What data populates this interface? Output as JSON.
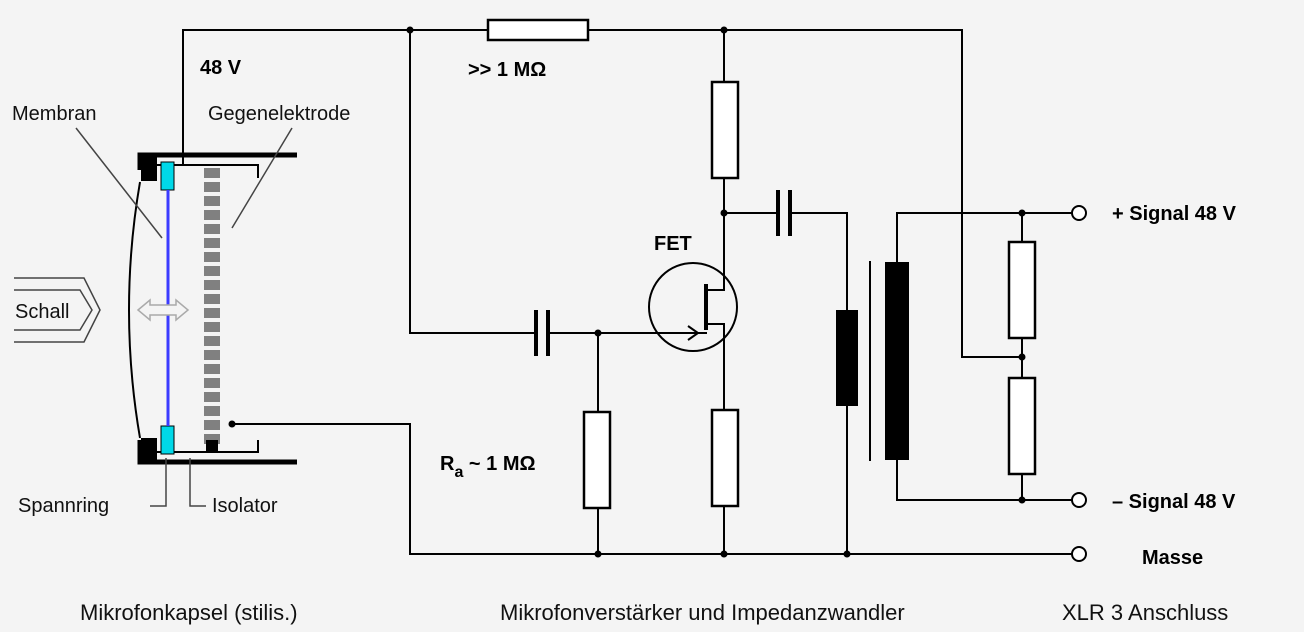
{
  "labels": {
    "voltage_48v": "48 V",
    "resistor_top": ">> 1 MΩ",
    "membran": "Membran",
    "gegenelektrode": "Gegenelektrode",
    "fet": "FET",
    "signal_plus": "+ Signal 48 V",
    "signal_minus": "– Signal 48 V",
    "masse": "Masse",
    "schall": "Schall",
    "ra_base": "R",
    "ra_sub": "a",
    "ra_value": " ~ 1 MΩ",
    "spannring": "Spannring",
    "isolator": "Isolator"
  },
  "captions": {
    "capsule": "Mikrofonkapsel (stilis.)",
    "amplifier": "Mikrofonverstärker und Impedanzwandler",
    "xlr": "XLR 3 Anschluss"
  },
  "colors": {
    "background": "#f4f4f4",
    "membrane": "#3b3bff",
    "spannring": "#00d8e8",
    "counter_electrode": "#808080"
  }
}
